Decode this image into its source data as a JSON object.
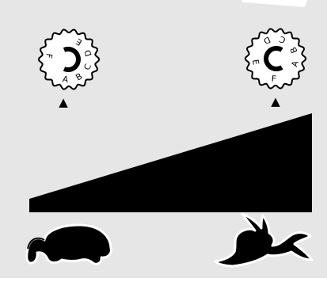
{
  "colors": {
    "background": "#e6e6e6",
    "ink": "#000000",
    "paper": "#ffffff"
  },
  "dials": [
    {
      "letters": [
        "A",
        "B",
        "C",
        "D",
        "E",
        "F"
      ],
      "selected": "A",
      "marker": "▲"
    },
    {
      "letters": [
        "A",
        "B",
        "C",
        "D",
        "E",
        "F"
      ],
      "selected": "F",
      "marker": "▲"
    }
  ],
  "icons": {
    "slow": "tortoise-icon",
    "fast": "hare-icon"
  }
}
